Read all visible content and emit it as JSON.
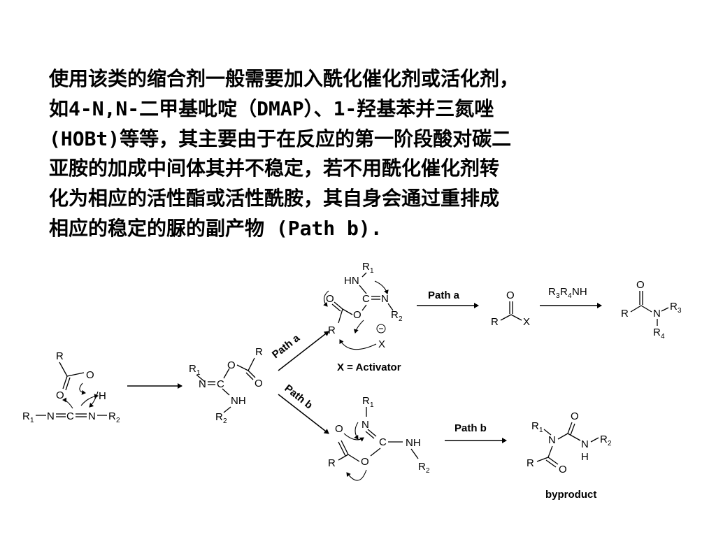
{
  "paragraph": {
    "lines": [
      "使用该类的缩合剂一般需要加入酰化催化剂或活化剂，",
      "如4-N,N-二甲基吡啶（DMAP）、1-羟基苯并三氮唑",
      "(HOBt)等等，其主要由于在反应的第一阶段酸对碳二",
      "亚胺的加成中间体其并不稳定，若不用酰化催化剂转",
      "化为相应的活性酯或活性酰胺，其自身会通过重排成",
      "相应的稳定的脲的副产物 (Path b)."
    ]
  },
  "scheme": {
    "path_a_label": "Path a",
    "path_b_label": "Path b",
    "activator_label": "X = Activator",
    "amine_reagent": "R3R4NH",
    "byproduct_label": "byproduct"
  }
}
